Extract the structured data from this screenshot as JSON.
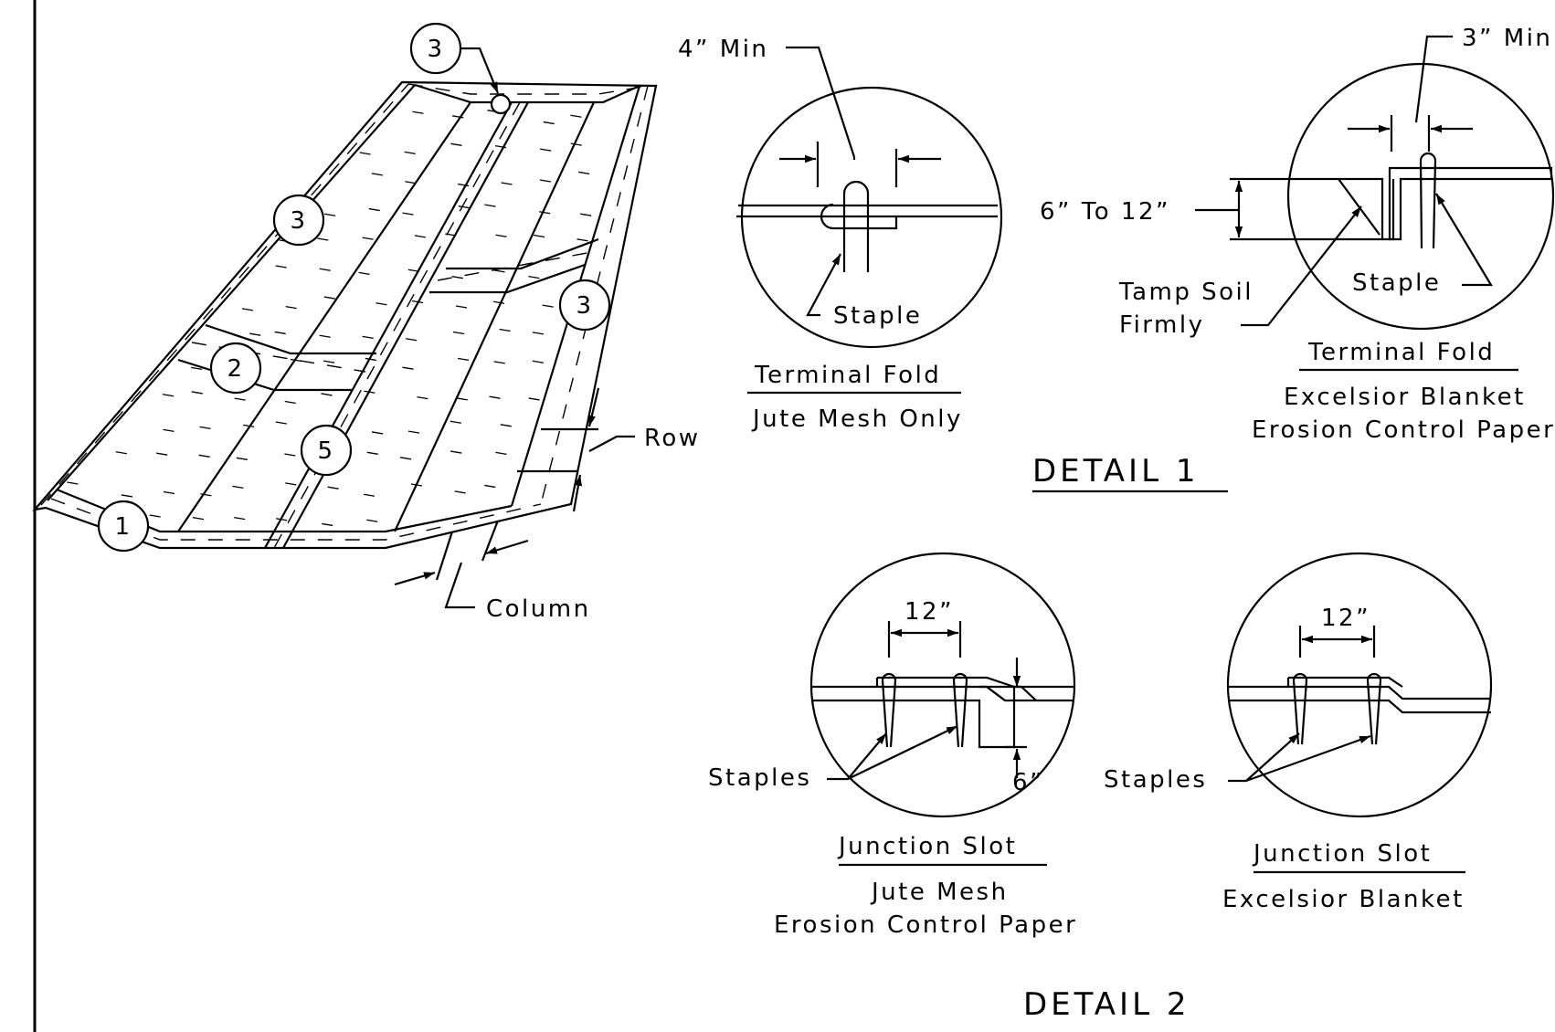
{
  "callouts": {
    "c1": "1",
    "c2": "2",
    "c3a": "3",
    "c3b": "3",
    "c3c": "3",
    "c5": "5"
  },
  "blanket": {
    "row_label": "Row",
    "column_label": "Column"
  },
  "detail1": {
    "title": "DETAIL 1",
    "left": {
      "dim": "4”  Min",
      "staple": "Staple",
      "heading": "Terminal Fold",
      "material": "Jute Mesh Only"
    },
    "right": {
      "dim_min": "3”  Min",
      "dim_depth": "6”  To  12”",
      "tamp_line1": "Tamp  Soil",
      "tamp_line2": "Firmly",
      "staple": "Staple",
      "heading": "Terminal Fold",
      "material_line1": "Excelsior  Blanket",
      "material_line2": "Erosion  Control  Paper"
    }
  },
  "detail2": {
    "title": "DETAIL 2",
    "left": {
      "spacing": "12”",
      "depth": "6”",
      "staples": "Staples",
      "heading": "Junction  Slot",
      "material_line1": "Jute  Mesh",
      "material_line2": "Erosion  Control  Paper"
    },
    "right": {
      "spacing": "12”",
      "staples": "Staples",
      "heading": "Junction  Slot",
      "material_line1": "Excelsior  Blanket"
    }
  }
}
